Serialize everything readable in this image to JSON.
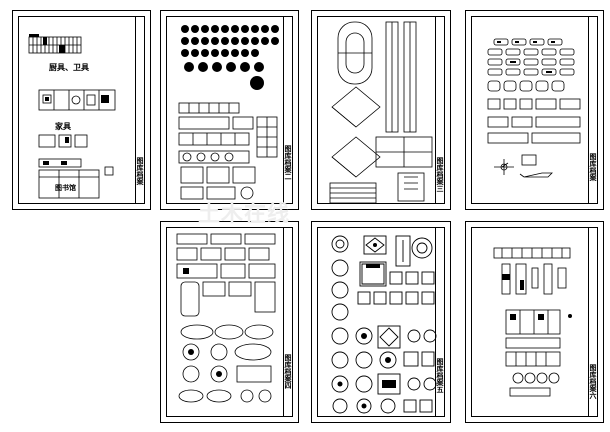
{
  "sheets": [
    {
      "title": "图库档案",
      "label_a": "厨具、卫具",
      "label_b": "家具",
      "label_c": "图书馆"
    },
    {
      "title": "图库档案二"
    },
    {
      "title": "图库档案三"
    },
    {
      "title": "图库档案"
    },
    {
      "title": "图库档案四"
    },
    {
      "title": "图库档案五"
    },
    {
      "title": "图库档案六"
    }
  ],
  "watermark": "土木在线"
}
